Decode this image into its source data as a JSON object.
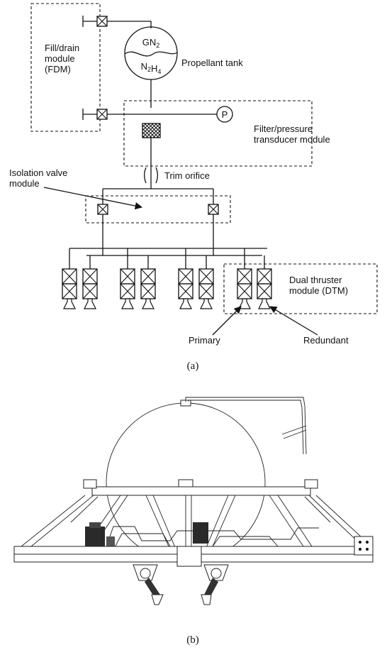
{
  "part_a": {
    "caption": "(a)",
    "fill_drain_label": "Fill/drain\nmodule\n(FDM)",
    "tank_gas": "GN2",
    "tank_liquid": "N2H4",
    "tank_label": "Propellant tank",
    "pressure_symbol": "P",
    "filter_label": "Filter/pressure\ntransducer module",
    "isolation_label": "Isolation valve\nmodule",
    "trim_label": "Trim orifice",
    "dtm_label": "Dual thruster\nmodule (DTM)",
    "primary_label": "Primary",
    "redundant_label": "Redundant"
  },
  "part_b": {
    "caption": "(b)"
  }
}
